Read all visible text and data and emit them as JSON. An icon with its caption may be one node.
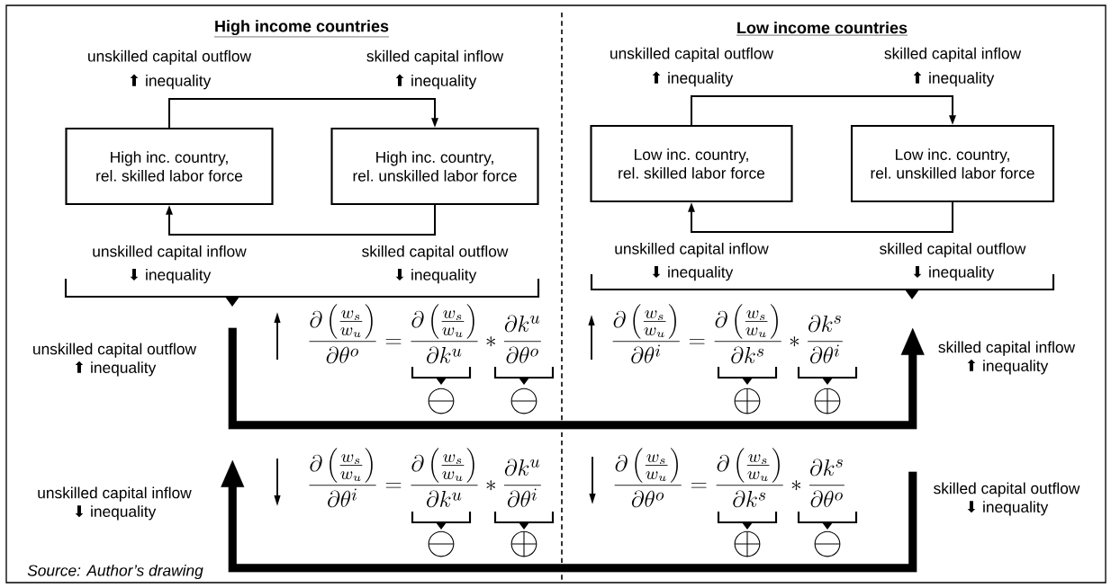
{
  "diagram": {
    "nodes": [
      {
        "text": [
          "High inc. country,",
          "rel. skilled labor force"
        ],
        "beside": [
          "unskilled capital outflow",
          "⬆ inequality",
          "unskilled capital inflow",
          "⬇ inequality"
        ]
      },
      {
        "text": [
          "High inc. country,",
          "rel. unskilled labor force"
        ],
        "beside": [
          "skilled capital inflow",
          "⬆ inequality",
          "skilled capital outflow",
          "⬇ inequality"
        ]
      },
      {
        "text": [
          "Low inc. country,",
          "rel. skilled labor force"
        ],
        "beside": [
          "unskilled capital outflow",
          "⬆ inequality",
          "unskilled capital inflow",
          "⬇ inequality"
        ]
      },
      {
        "text": [
          "Low inc. country,",
          "rel. unskilled labor force"
        ],
        "beside": [
          "skilled capital inflow",
          "⬆ inequality",
          "skilled capital outflow",
          "⬇ inequality"
        ]
      },
      {
        "text": [
          "unskilled capital outflow",
          "⬆ inequality"
        ]
      },
      {
        "text": [
          "skilled capital inflow",
          "⬆ inequality"
        ]
      },
      {
        "text": [
          "unskilled capital inflow",
          "⬇ inequality"
        ]
      },
      {
        "text": [
          "skilled capital outflow",
          "⬇ inequality"
        ]
      }
    ],
    "edges": [
      {
        "from": 0,
        "to": 1,
        "arrow": "to"
      },
      {
        "from": 1,
        "to": 0,
        "arrow": "to"
      },
      {
        "from": 2,
        "to": 3,
        "arrow": "to"
      },
      {
        "from": 3,
        "to": 2,
        "arrow": "to"
      },
      {
        "from": 4,
        "to": 5,
        "arrow": "to",
        "style": "thick"
      },
      {
        "from": 7,
        "to": 6,
        "arrow": "to",
        "style": "thick"
      }
    ],
    "labels": [
      "High income countries",
      "Low income countries",
      "\\frac{\\partial\\left(\\frac{w_s}{w_u}\\right)}{\\partial\\theta^o}=\\frac{\\partial\\left(\\frac{w_s}{w_u}\\right)}{\\partial k^u}*\\frac{\\partial k^u}{\\partial\\theta^o}",
      "\\frac{\\partial\\left(\\frac{w_s}{w_u}\\right)}{\\partial\\theta^i}=\\frac{\\partial\\left(\\frac{w_s}{w_u}\\right)}{\\partial k^s}*\\frac{\\partial k^s}{\\partial\\theta^i}",
      "\\ominus",
      "\\ominus",
      "\\oplus",
      "\\oplus",
      "\\frac{\\partial\\left(\\frac{w_s}{w_u}\\right)}{\\partial\\theta^i}=\\frac{\\partial\\left(\\frac{w_s}{w_u}\\right)}{\\partial k^u}*\\frac{\\partial k^u}{\\partial\\theta^i}",
      "\\frac{\\partial\\left(\\frac{w_s}{w_u}\\right)}{\\partial\\theta^o}=\\frac{\\partial\\left(\\frac{w_s}{w_u}\\right)}{\\partial k^s}*\\frac{\\partial k^s}{\\partial\\theta^o}",
      "\\ominus",
      "\\oplus",
      "\\oplus",
      "\\ominus",
      "Source: Author’s drawing"
    ]
  }
}
